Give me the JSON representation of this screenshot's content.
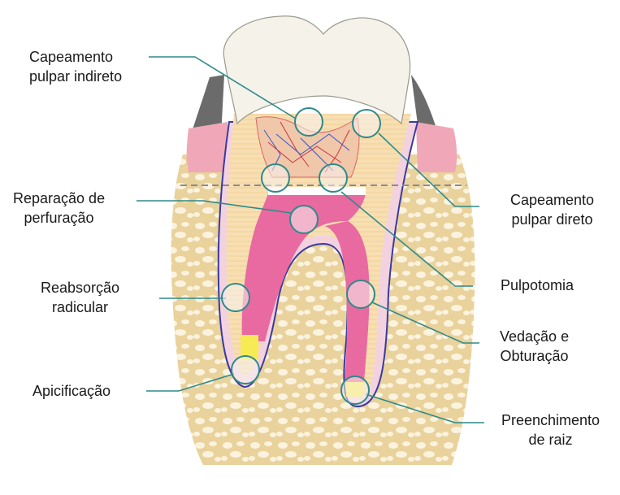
{
  "labels": {
    "indirect_pulp_capping": [
      "Capeamento",
      "pulpar indireto"
    ],
    "perforation_repair": [
      "Reparação de",
      "perfuração"
    ],
    "root_resorption": [
      "Reabsorção",
      "radicular"
    ],
    "apexification": [
      "Apicificação"
    ],
    "direct_pulp_capping": [
      "Capeamento",
      "pulpar direto"
    ],
    "pulpotomy": [
      "Pulpotomia"
    ],
    "sealing_obturation": [
      "Vedação e",
      "Obturação"
    ],
    "root_filling": [
      "Preenchimento",
      "de raiz"
    ]
  },
  "colors": {
    "leader_line": "#2e8a8a",
    "pulp": "#e86aa0",
    "bone": "#e8cf96",
    "enamel": "#f4f1ea",
    "dentin": "#f7dfb0",
    "gum": "#f0a8b8",
    "filling": "#f6ea55"
  }
}
